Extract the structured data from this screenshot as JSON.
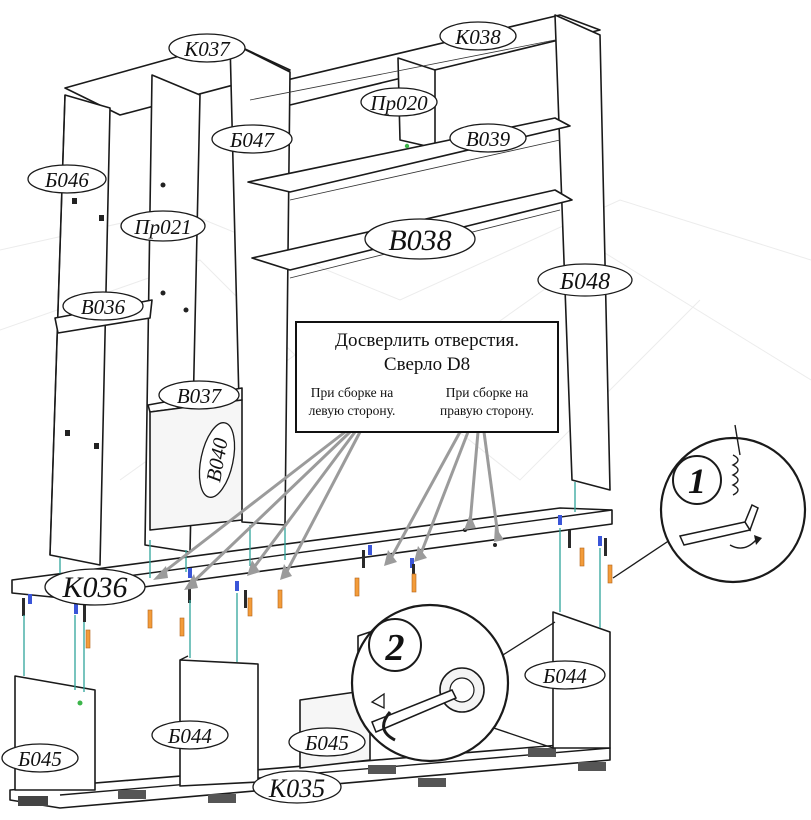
{
  "labels": {
    "k037": "К037",
    "k038": "К038",
    "pr020": "Пр020",
    "b039": "В039",
    "b047": "Б047",
    "b046": "Б046",
    "pr021": "Пр021",
    "b038": "В038",
    "b048": "Б048",
    "b036": "В036",
    "b037": "В037",
    "b040": "В040",
    "k036": "К036",
    "b044_left": "Б044",
    "b044_right": "Б044",
    "b045_left": "Б045",
    "b045_mid": "Б045",
    "k035": "К035"
  },
  "note": {
    "title": "Досверлить отверстия.",
    "drill": "Сверло D8",
    "left_line1": "При сборке на",
    "left_line2": "левую сторону.",
    "right_line1": "При сборке на",
    "right_line2": "правую сторону."
  },
  "callouts": {
    "step1": "1",
    "step2": "2"
  },
  "colors": {
    "line": "#1a1a1a",
    "guide": "#2fa59a",
    "dowel": "#f39c3a",
    "cam": "#3a55d8",
    "arrow": "#9b9b9b"
  }
}
